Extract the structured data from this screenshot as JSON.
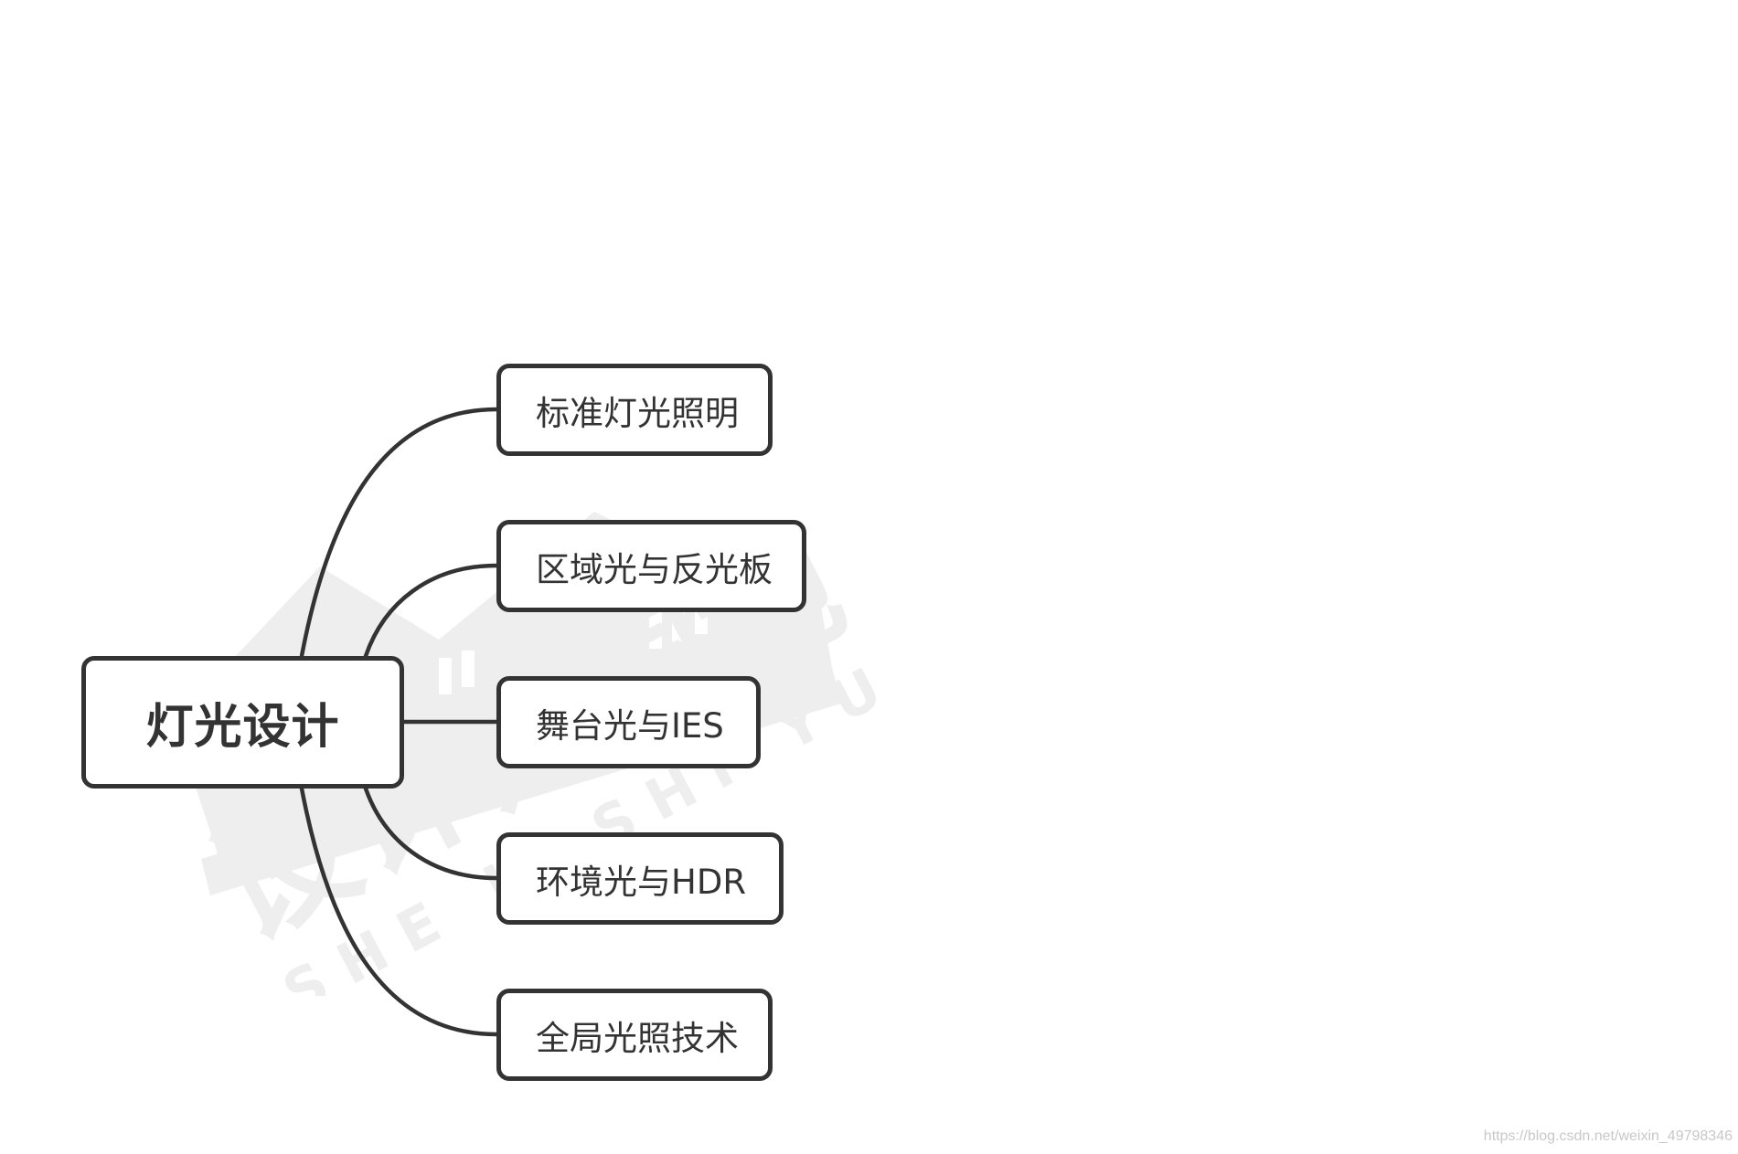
{
  "root": {
    "label": "灯光设计"
  },
  "children": [
    {
      "label": "标准灯光照明"
    },
    {
      "label": "区域光与反光板"
    },
    {
      "label": "舞台光与IES"
    },
    {
      "label": "环境光与HDR"
    },
    {
      "label": "全局光照技术"
    }
  ],
  "watermark": {
    "title": "设计师园地",
    "pinyin": "SHE JI SHI YUAN DI"
  },
  "footer": {
    "url": "https://blog.csdn.net/weixin_49798346"
  },
  "colors": {
    "stroke": "#333333",
    "background": "#ffffff",
    "watermark": "#9a9a9a"
  }
}
